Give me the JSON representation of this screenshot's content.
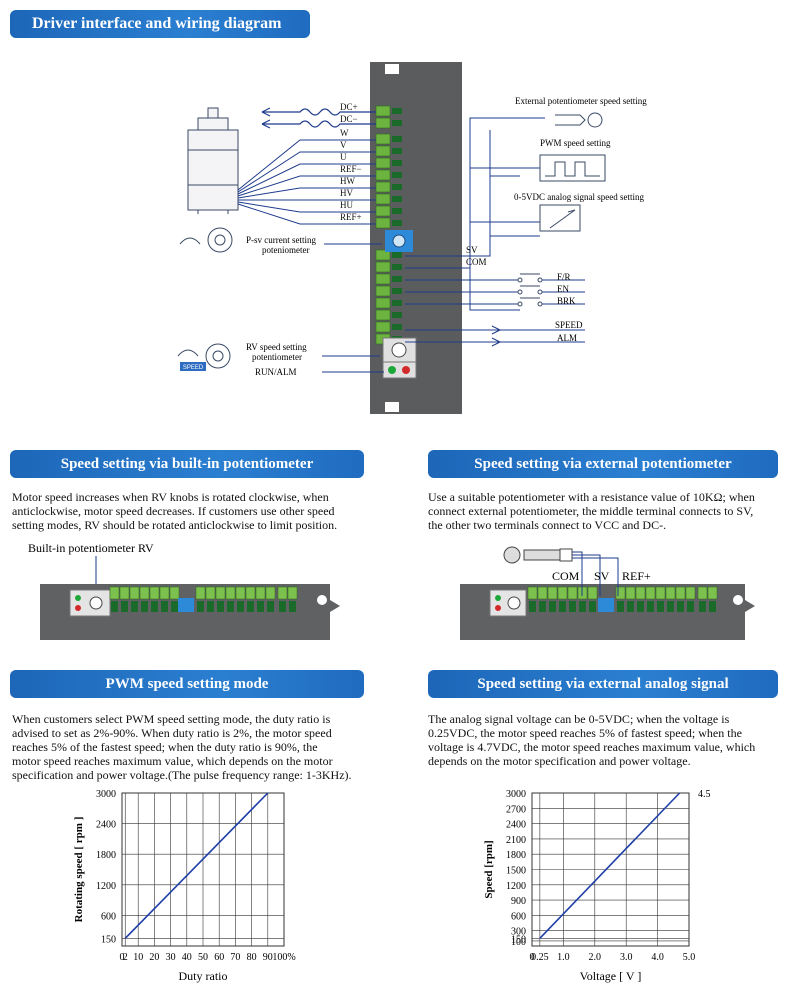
{
  "header": {
    "title": "Driver interface and wiring diagram"
  },
  "wiring": {
    "terminals": [
      "DC+",
      "DC−",
      "W",
      "V",
      "U",
      "REF−",
      "HW",
      "HV",
      "HU",
      "REF+"
    ],
    "right_labels": [
      "SV",
      "COM"
    ],
    "switches": [
      "F/R",
      "EN",
      "BRK"
    ],
    "outputs": [
      "SPEED",
      "ALM"
    ],
    "psv_label": "P-sv current setting\npoteniometer",
    "ext_pot_label": "External potentiometer speed setting",
    "pwm_label": "PWM speed setting",
    "analog_label": "0-5VDC analog signal speed setting",
    "rv_label": "RV speed setting\npotentiometer",
    "runalm_label": "RUN/ALM",
    "speed_icon_text": "SPEED"
  },
  "sections": {
    "builtin": {
      "title": "Speed setting via built-in potentiometer",
      "text": [
        "Motor speed increases when RV knobs is rotated clockwise, when",
        "anticlockwise, motor speed decreases. If customers use other speed",
        "setting modes, RV should be rotated anticlockwise to limit position."
      ],
      "callout": "Built-in potentiometer RV"
    },
    "external": {
      "title": "Speed setting via external potentiometer",
      "text": [
        "Use a suitable potentiometer with a resistance value of 10KΩ; when",
        "connect external potentiometer, the middle terminal connects to SV,",
        "the other two terminals connect to VCC and DC-."
      ],
      "labels": [
        "COM",
        "SV",
        "REF+"
      ]
    },
    "pwm": {
      "title": "PWM speed setting mode",
      "text": [
        "When customers select PWM speed setting mode, the duty ratio is",
        "advised to set as 2%-90%. When duty ratio is 2%, the motor speed",
        "reaches 5% of the fastest speed;  when the duty ratio is 90%, the",
        "motor speed reaches maximum value, which depends on the motor",
        "specification and power voltage.(The pulse frequency range: 1-3KHz)."
      ]
    },
    "analog": {
      "title": "Speed setting via external analog signal",
      "text": [
        "The analog signal voltage can be 0-5VDC; when the voltage is",
        "0.25VDC, the motor speed reaches 5% of fastest speed; when the",
        "voltage is 4.7VDC, the motor speed reaches maximum value, which",
        "depends on the motor specification and power voltage."
      ]
    }
  },
  "chart_data": [
    {
      "type": "line",
      "xlabel": "Duty ratio",
      "ylabel": "Rotating speed [ rpm ]",
      "x_ticks": [
        "0",
        "2",
        "10",
        "20",
        "30",
        "40",
        "50",
        "60",
        "70",
        "80",
        "90",
        "100%"
      ],
      "y_ticks": [
        "150",
        "600",
        "1200",
        "1800",
        "2400",
        "3000"
      ],
      "xlim": [
        0,
        100
      ],
      "ylim": [
        0,
        3000
      ],
      "grid": true,
      "series": [
        {
          "x": [
            2,
            90
          ],
          "y": [
            150,
            3000
          ]
        }
      ]
    },
    {
      "type": "line",
      "xlabel": "Voltage [ V ]",
      "ylabel": "Speed [rpm]",
      "x_ticks": [
        "0",
        "0.25",
        "1.0",
        "2.0",
        "3.0",
        "4.0",
        "5.0"
      ],
      "y_ticks": [
        "100",
        "150",
        "300",
        "600",
        "900",
        "1200",
        "1500",
        "1800",
        "2100",
        "2400",
        "2700",
        "3000"
      ],
      "xlim": [
        0,
        5
      ],
      "ylim": [
        0,
        3000
      ],
      "grid": true,
      "annotation": "4.5",
      "series": [
        {
          "x": [
            0.25,
            4.7
          ],
          "y": [
            150,
            3000
          ]
        }
      ]
    }
  ]
}
